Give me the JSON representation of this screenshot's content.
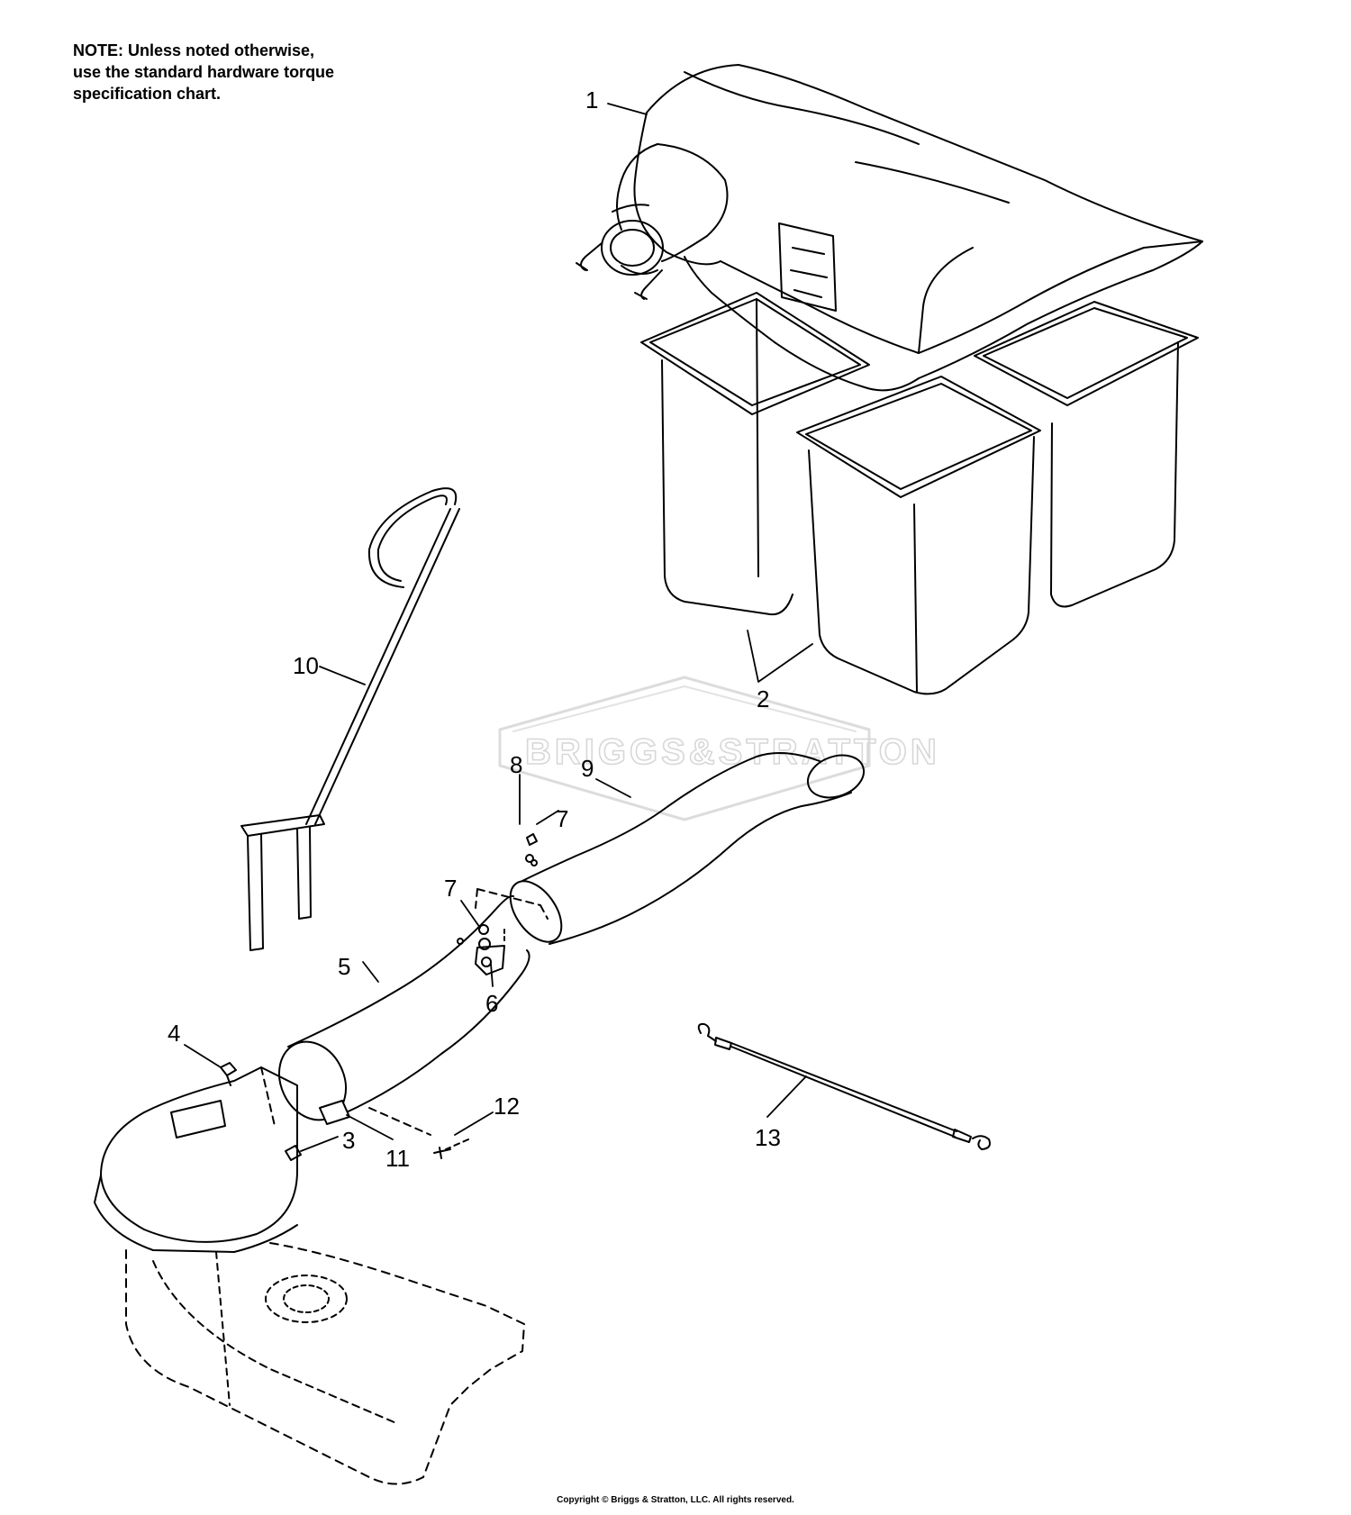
{
  "note": "NOTE: Unless noted otherwise,\nuse the standard hardware torque\nspecification chart.",
  "watermark": "BRIGGS&STRATTON",
  "copyright": "Copyright © Briggs & Stratton, LLC. All rights reserved.",
  "callouts": {
    "c1": "1",
    "c2": "2",
    "c3": "3",
    "c4": "4",
    "c5": "5",
    "c6": "6",
    "c7a": "7",
    "c7b": "7",
    "c8": "8",
    "c9": "9",
    "c10": "10",
    "c11": "11",
    "c12": "12",
    "c13": "13"
  },
  "colors": {
    "line": "#000000",
    "watermark": "#d7d7d7",
    "background": "#ffffff"
  }
}
